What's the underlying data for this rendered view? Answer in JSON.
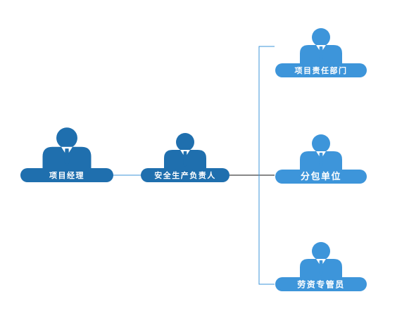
{
  "colors": {
    "dark_blue": "#1f6fae",
    "light_blue": "#3d95da",
    "connector": "#3d95da",
    "connector_dark": "#111111",
    "tie": "#ffffff"
  },
  "nodes": [
    {
      "id": "project-manager",
      "label": "项目经理",
      "icon": "person-icon",
      "color": "dark_blue"
    },
    {
      "id": "safety-production-lead",
      "label": "安全生产负责人",
      "icon": "person-icon",
      "color": "dark_blue"
    },
    {
      "id": "project-responsible-dept",
      "label": "项目责任部门",
      "icon": "person-icon",
      "color": "light_blue"
    },
    {
      "id": "subcontractor",
      "label": "分包单位",
      "icon": "person-icon",
      "color": "light_blue"
    },
    {
      "id": "labor-wage-officer",
      "label": "劳资专管员",
      "icon": "person-icon",
      "color": "light_blue"
    }
  ],
  "edges": [
    {
      "from": "project-manager",
      "to": "safety-production-lead"
    },
    {
      "from": "safety-production-lead",
      "to": "project-responsible-dept"
    },
    {
      "from": "safety-production-lead",
      "to": "subcontractor"
    },
    {
      "from": "safety-production-lead",
      "to": "labor-wage-officer"
    }
  ]
}
